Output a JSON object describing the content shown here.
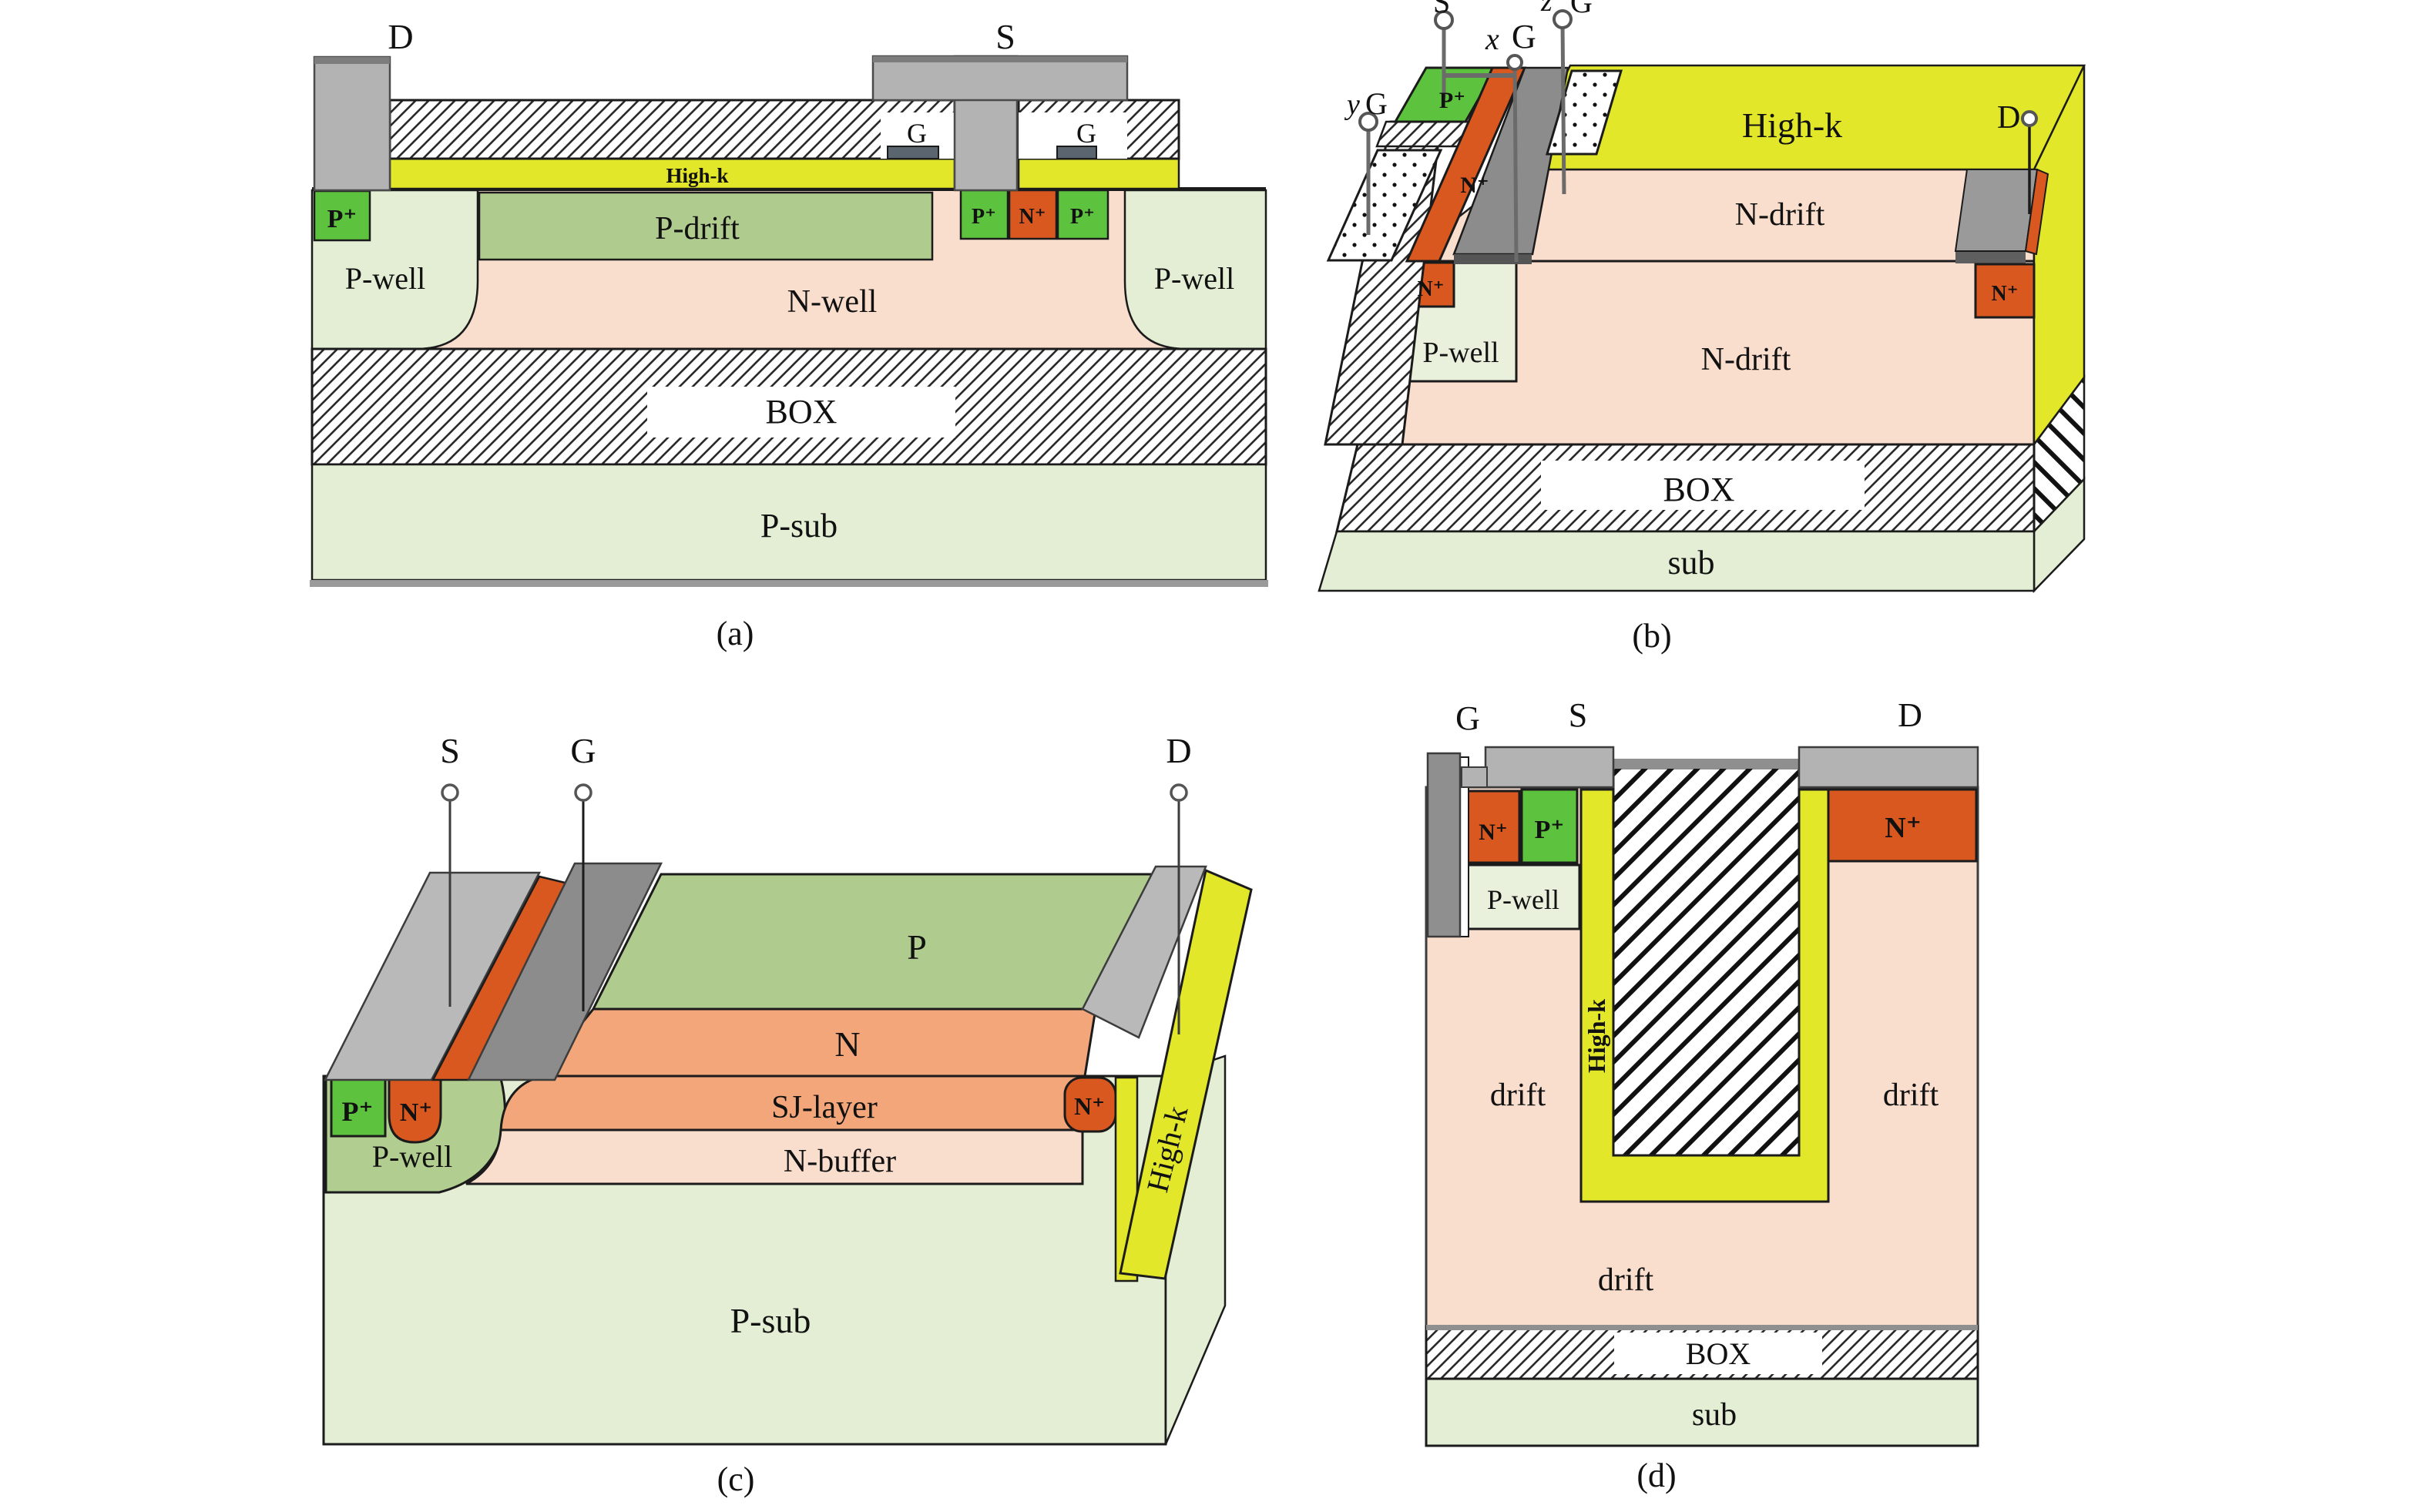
{
  "figure": {
    "captions": {
      "a": "(a)",
      "b": "(b)",
      "c": "(c)",
      "d": "(d)"
    }
  },
  "colors": {
    "pale_green": "#e3eed4",
    "medium_green": "#afcb8e",
    "bright_green": "#5dc33f",
    "orange": "#d9581f",
    "salmon": "#f2a67a",
    "pale_pink": "#f9ddcd",
    "high_k_yellow": "#e2e829",
    "metal_gray": "#b3b3b3",
    "gate_gray": "#8c8c8c"
  },
  "panel_a": {
    "drain": "D",
    "source": "S",
    "gate": "G",
    "high_k": "High-k",
    "p_plus": "P⁺",
    "n_plus": "N⁺",
    "p_drift": "P-drift",
    "p_well": "P-well",
    "n_well": "N-well",
    "box": "BOX",
    "p_sub": "P-sub"
  },
  "panel_b": {
    "axis_y": "y",
    "axis_x": "x",
    "axis_z": "z",
    "gate": "G",
    "source_cut": "S",
    "drain": "D",
    "p_plus": "P⁺",
    "n_plus": "N⁺",
    "high_k": "High-k",
    "n_drift": "N-drift",
    "p_well": "P-well",
    "box": "BOX",
    "sub": "sub"
  },
  "panel_c": {
    "source": "S",
    "gate": "G",
    "drain": "D",
    "p_layer": "P",
    "n_layer": "N",
    "sj_layer": "SJ-layer",
    "n_buffer": "N-buffer",
    "p_plus": "P⁺",
    "n_plus": "N⁺",
    "p_well": "P-well",
    "high_k": "High-k",
    "p_sub": "P-sub"
  },
  "panel_d": {
    "gate": "G",
    "source": "S",
    "drain": "D",
    "n_plus": "N⁺",
    "p_plus": "P⁺",
    "p_well": "P-well",
    "high_k": "High-k",
    "drift": "drift",
    "box": "BOX",
    "sub": "sub"
  }
}
